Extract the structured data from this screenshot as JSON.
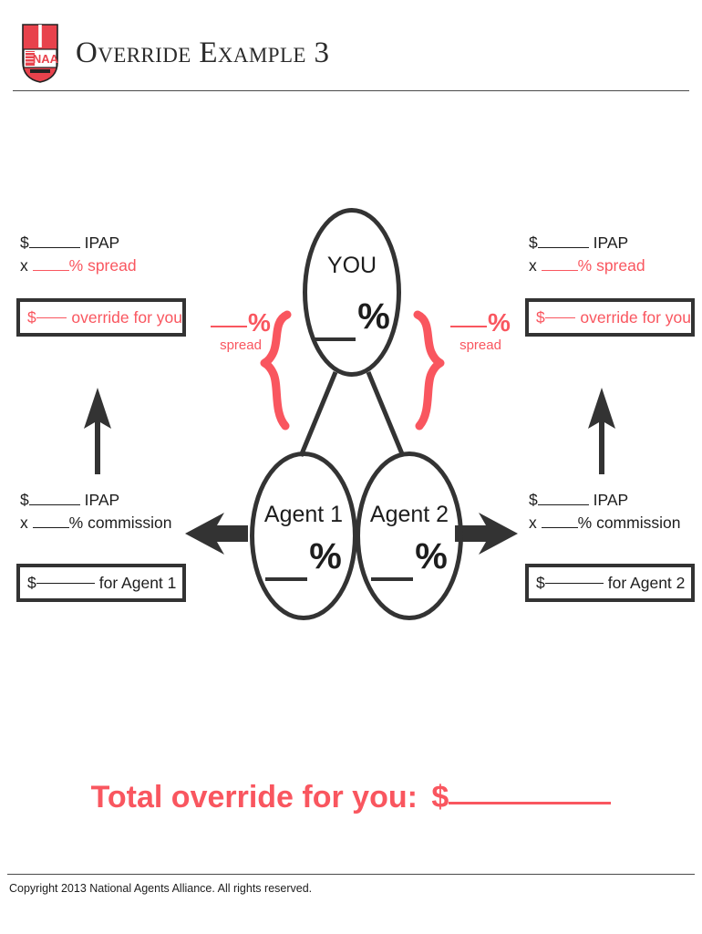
{
  "header": {
    "title": "Override Example 3",
    "logo_text": "NAA",
    "logo_icon": "naa-shield-logo",
    "logo_color": "#e8424c"
  },
  "colors": {
    "red": "#f9565f",
    "dark": "#333333",
    "text": "#1d1d1d"
  },
  "diagram": {
    "nodes": {
      "you": {
        "label": "YOU",
        "percent_symbol": "%"
      },
      "agent1": {
        "label": "Agent 1",
        "percent_symbol": "%"
      },
      "agent2": {
        "label": "Agent 2",
        "percent_symbol": "%"
      }
    },
    "spread_annotations": [
      {
        "side": "left",
        "percent_symbol": "%",
        "caption": "spread",
        "brace_icon": "curly-brace-right-icon"
      },
      {
        "side": "right",
        "percent_symbol": "%",
        "caption": "spread",
        "brace_icon": "curly-brace-left-icon"
      }
    ],
    "arrows": [
      {
        "name": "arrow-up-left",
        "direction": "up",
        "icon": "arrow-up-icon"
      },
      {
        "name": "arrow-up-right",
        "direction": "up",
        "icon": "arrow-up-icon"
      },
      {
        "name": "arrow-left-agent1",
        "direction": "left",
        "icon": "arrow-left-icon"
      },
      {
        "name": "arrow-right-agent2",
        "direction": "right",
        "icon": "arrow-right-icon"
      }
    ],
    "connectors": [
      {
        "name": "you-to-agent1"
      },
      {
        "name": "you-to-agent2"
      }
    ]
  },
  "blocks": {
    "top_left": {
      "line1_dollar": "$",
      "line1_label": "IPAP",
      "line2_x": "x",
      "line2_pct": "%",
      "line2_label": "spread",
      "result_dollar": "$",
      "result_label": "override for you"
    },
    "top_right": {
      "line1_dollar": "$",
      "line1_label": "IPAP",
      "line2_x": "x",
      "line2_pct": "%",
      "line2_label": "spread",
      "result_dollar": "$",
      "result_label": "override for you"
    },
    "bottom_left": {
      "line1_dollar": "$",
      "line1_label": "IPAP",
      "line2_x": "x",
      "line2_pct": "%",
      "line2_label": "commission",
      "result_dollar": "$",
      "result_label": "for Agent 1"
    },
    "bottom_right": {
      "line1_dollar": "$",
      "line1_label": "IPAP",
      "line2_x": "x",
      "line2_pct": "%",
      "line2_label": "commission",
      "result_dollar": "$",
      "result_label": "for Agent 2"
    }
  },
  "total": {
    "label": "Total override for you:",
    "dollar": "$"
  },
  "footer": {
    "copyright": "Copyright 2013 National Agents Alliance. All rights reserved."
  }
}
